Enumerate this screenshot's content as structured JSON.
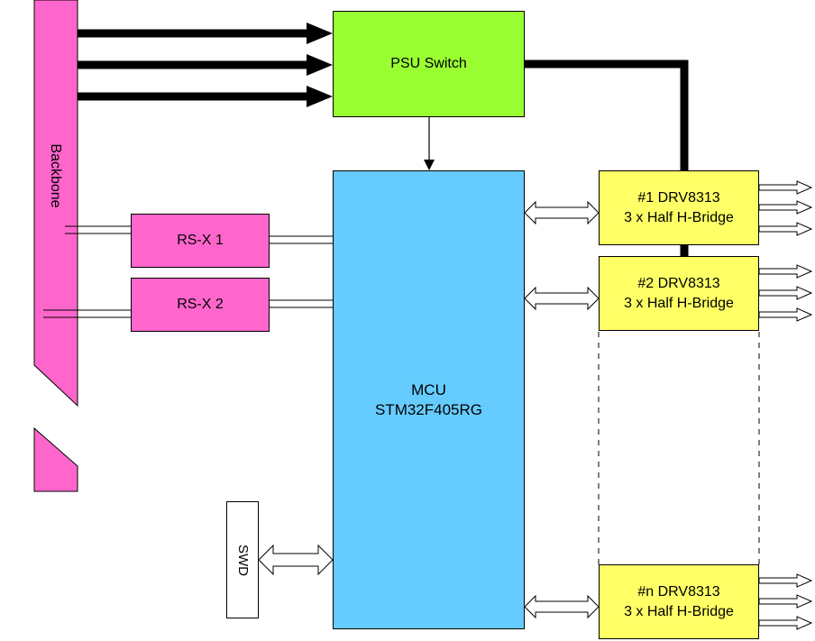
{
  "backbone": {
    "label": "Backbone",
    "color": "#ff66cc"
  },
  "psu": {
    "label": "PSU Switch",
    "color": "#99ff33"
  },
  "mcu": {
    "line1": "MCU",
    "line2": "STM32F405RG",
    "color": "#66ccff"
  },
  "rs": [
    {
      "label": "RS-X 1"
    },
    {
      "label": "RS-X 2"
    }
  ],
  "swd": {
    "label": "SWD"
  },
  "drivers": [
    {
      "line1": "#1 DRV8313",
      "line2": "3 x Half H-Bridge"
    },
    {
      "line1": "#2 DRV8313",
      "line2": "3 x Half H-Bridge"
    },
    {
      "line1": "#n DRV8313",
      "line2": "3 x Half H-Bridge"
    }
  ],
  "colors": {
    "driver": "#ffff66",
    "rs": "#ff66cc",
    "wire": "#000000"
  }
}
